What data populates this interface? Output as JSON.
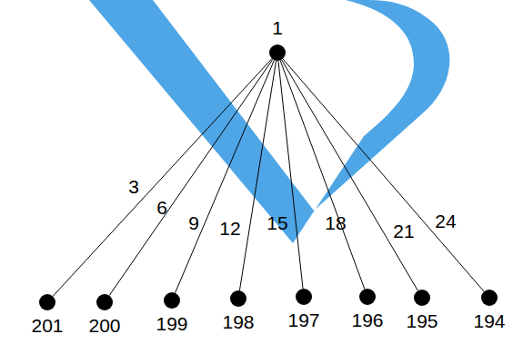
{
  "diagram": {
    "nodes": [
      {
        "text": [
          "1"
        ]
      },
      {
        "text": [
          "201"
        ]
      },
      {
        "text": [
          "200"
        ]
      },
      {
        "text": [
          "199"
        ]
      },
      {
        "text": [
          "198"
        ]
      },
      {
        "text": [
          "197"
        ]
      },
      {
        "text": [
          "196"
        ]
      },
      {
        "text": [
          "195"
        ]
      },
      {
        "text": [
          "194"
        ]
      }
    ],
    "edges": [
      {
        "from": 0,
        "to": 1,
        "arrow": "none",
        "label": "3"
      },
      {
        "from": 0,
        "to": 2,
        "arrow": "none",
        "label": "6"
      },
      {
        "from": 0,
        "to": 3,
        "arrow": "none",
        "label": "9"
      },
      {
        "from": 0,
        "to": 4,
        "arrow": "none",
        "label": "12"
      },
      {
        "from": 0,
        "to": 5,
        "arrow": "none",
        "label": "15"
      },
      {
        "from": 0,
        "to": 6,
        "arrow": "none",
        "label": "18"
      },
      {
        "from": 0,
        "to": 7,
        "arrow": "none",
        "label": "21"
      },
      {
        "from": 0,
        "to": 8,
        "arrow": "none",
        "label": "24"
      }
    ]
  }
}
